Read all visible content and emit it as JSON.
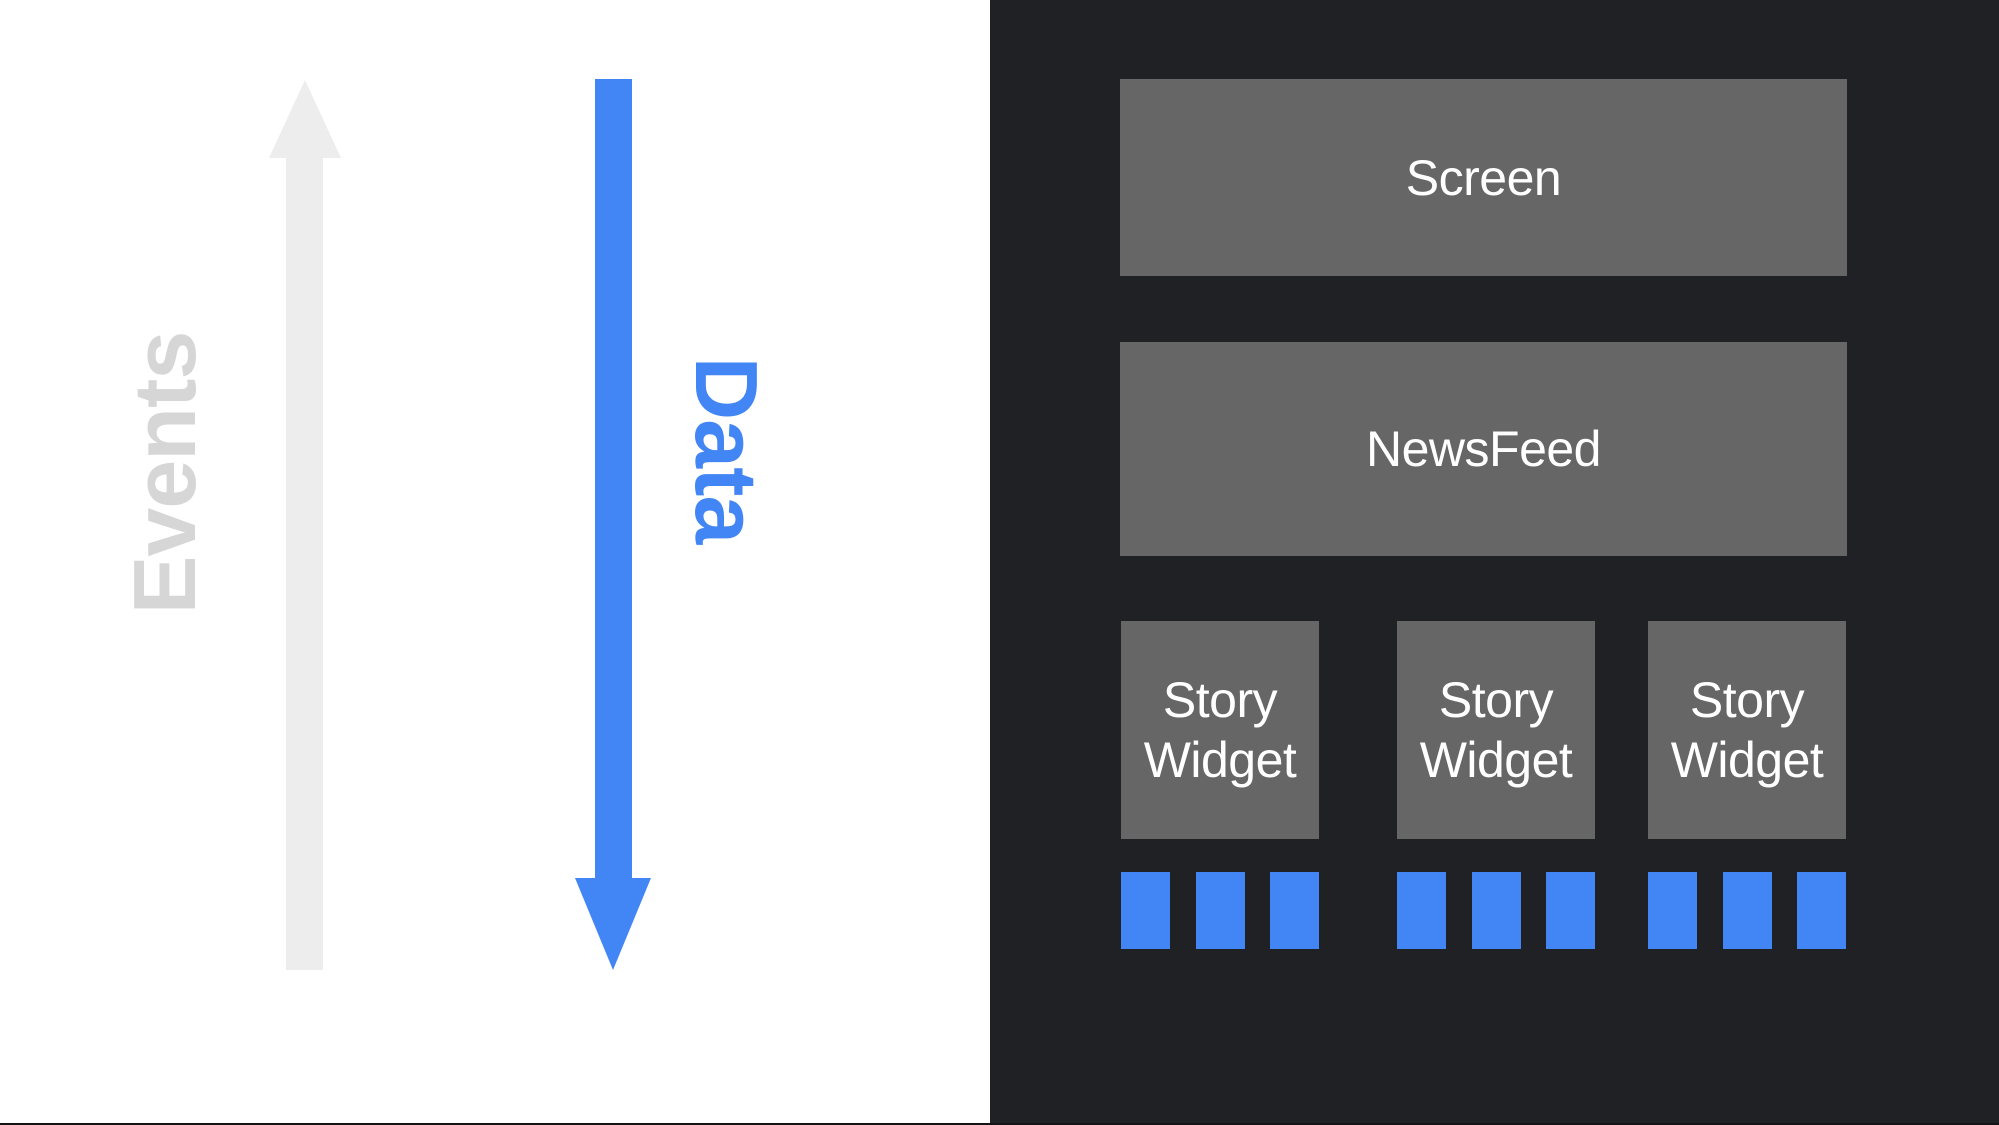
{
  "diagram": {
    "left": {
      "events_label": "Events",
      "data_label": "Data"
    },
    "widget_tree": {
      "screen_label": "Screen",
      "newsfeed_label": "NewsFeed",
      "story_widget_labels": [
        "Story Widget",
        "Story Widget",
        "Story Widget"
      ],
      "story_item_squares_per_widget": 3
    }
  },
  "colors": {
    "page-bg": "#FFFFFF",
    "panel-bg": "#202124",
    "box-bg": "#666666",
    "accent-blue": "#4285F4",
    "arrow-gray": "#EDEDED",
    "events-text": "#D6D6D6",
    "box-text": "#FFFFFF",
    "edge-line": "#141417"
  }
}
